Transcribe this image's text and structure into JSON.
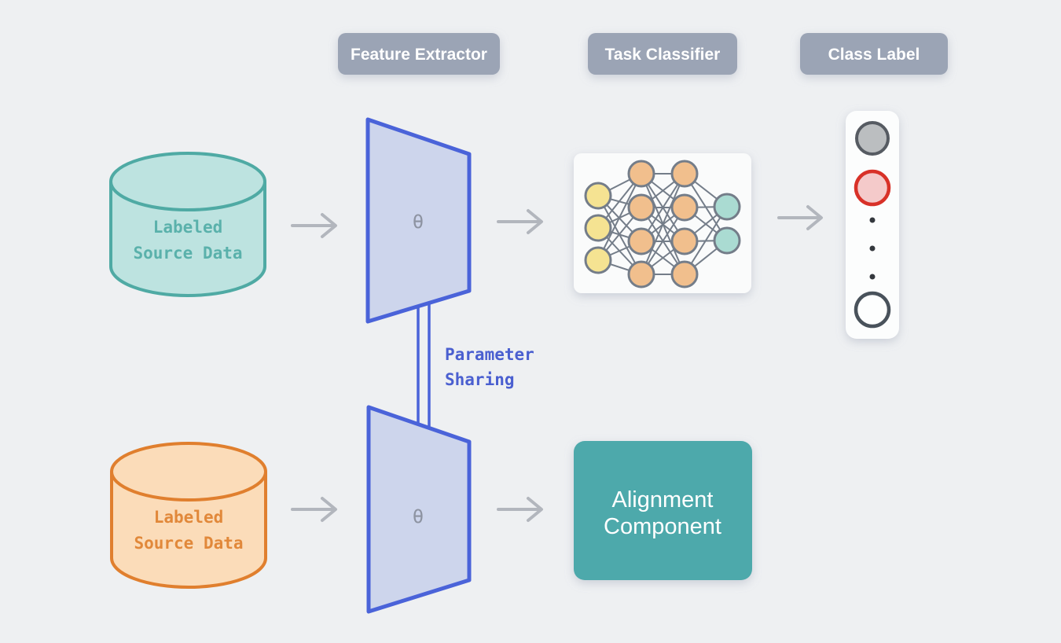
{
  "headers": {
    "feature_extractor": "Feature Extractor",
    "task_classifier": "Task Classifier",
    "class_label": "Class Label"
  },
  "nodes": {
    "source_top": {
      "line1": "Labeled",
      "line2": "Source Data"
    },
    "source_bottom": {
      "line1": "Labeled",
      "line2": "Source Data"
    },
    "extractor_top": {
      "symbol": "θ"
    },
    "extractor_bottom": {
      "symbol": "θ"
    },
    "alignment": {
      "line1": "Alignment",
      "line2": "Component"
    }
  },
  "annotations": {
    "parameter_sharing": {
      "line1": "Parameter",
      "line2": "Sharing"
    }
  },
  "icons": {
    "task_classifier_icon": "neural-network-icon",
    "class_label_icon": "class-probability-column-icon",
    "source_icon": "database-cylinder-icon"
  },
  "colors": {
    "bg": "#eef0f2",
    "pill_bg": "#9ba4b5",
    "pill_text": "#ffffff",
    "teal_fill": "#bde3e0",
    "teal_stroke": "#4faaa4",
    "teal_text": "#5ab1ab",
    "orange_fill": "#fbdcb9",
    "orange_stroke": "#e07f2e",
    "orange_text": "#e1883a",
    "blue_fill": "#cdd5ec",
    "blue_stroke": "#4a63d9",
    "theta": "#8d93a1",
    "param_label": "#4a5fd0",
    "arrow": "#b2b6bd",
    "card_bg": "#fafbfb",
    "node_yellow": "#f5e392",
    "node_orange": "#f1bf8d",
    "node_teal": "#aadbd2",
    "node_edge": "#747d89",
    "class_card_bg": "#fcfdfd",
    "class_gray_fill": "#bbbec0",
    "class_gray_stroke": "#565b62",
    "class_red_fill": "#f4caca",
    "class_red_stroke": "#d83128",
    "class_open_fill": "#fdfefe",
    "class_open_stroke": "#49525b",
    "dot": "#34383d",
    "align_bg": "#4ea9ab",
    "align_text": "#ffffff"
  }
}
